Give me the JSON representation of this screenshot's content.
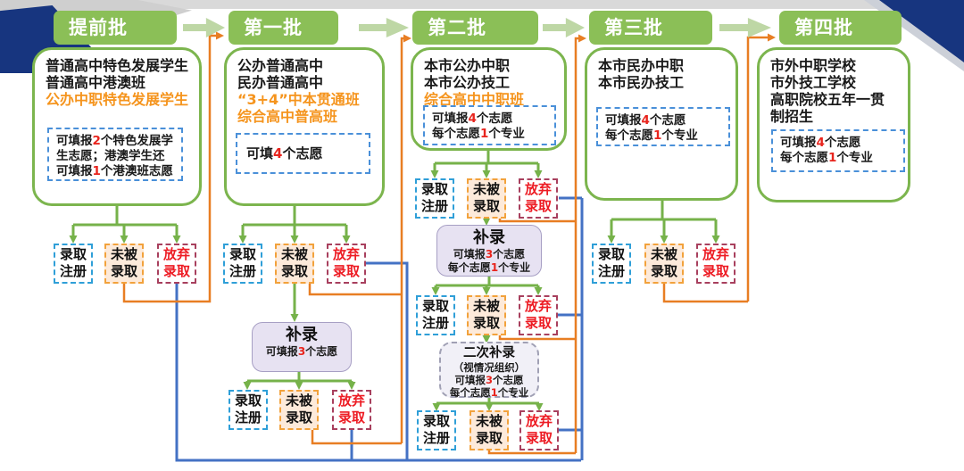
{
  "batches": [
    {
      "title": "提前批",
      "categories": [
        {
          "text": "普通高中特色发展学生",
          "color": "black"
        },
        {
          "text": "普通高中港澳班",
          "color": "black"
        },
        {
          "text": "公办中职特色发展学生",
          "color": "orange"
        }
      ],
      "note": [
        [
          {
            "t": "可填报"
          },
          {
            "t": "2",
            "red": true
          },
          {
            "t": "个特色发展学"
          }
        ],
        [
          {
            "t": "生志愿；港澳学生还"
          }
        ],
        [
          {
            "t": "可填报"
          },
          {
            "t": "1",
            "red": true
          },
          {
            "t": "个港澳班志愿"
          }
        ]
      ]
    },
    {
      "title": "第一批",
      "categories": [
        {
          "text": "公办普通高中",
          "color": "black"
        },
        {
          "text": "民办普通高中",
          "color": "black"
        },
        {
          "text": "“3+4”中本贯通班",
          "color": "orange"
        },
        {
          "text": "综合高中普高班",
          "color": "orange"
        }
      ],
      "note": [
        [
          {
            "t": "可填"
          },
          {
            "t": "4",
            "red": true
          },
          {
            "t": "个志愿"
          }
        ]
      ]
    },
    {
      "title": "第二批",
      "categories": [
        {
          "text": "本市公办中职",
          "color": "black"
        },
        {
          "text": "本市公办技工",
          "color": "black"
        },
        {
          "text": "综合高中中职班",
          "color": "orange"
        }
      ],
      "note": [
        [
          {
            "t": "可填报"
          },
          {
            "t": "4",
            "red": true
          },
          {
            "t": "个志愿"
          }
        ],
        [
          {
            "t": "每个志愿"
          },
          {
            "t": "1",
            "red": true
          },
          {
            "t": "个专业"
          }
        ]
      ]
    },
    {
      "title": "第三批",
      "categories": [
        {
          "text": "本市民办中职",
          "color": "black"
        },
        {
          "text": "本市民办技工",
          "color": "black"
        }
      ],
      "note": [
        [
          {
            "t": "可填报"
          },
          {
            "t": "4",
            "red": true
          },
          {
            "t": "个志愿"
          }
        ],
        [
          {
            "t": "每个志愿"
          },
          {
            "t": "1",
            "red": true
          },
          {
            "t": "个专业"
          }
        ]
      ]
    },
    {
      "title": "第四批",
      "categories": [
        {
          "text": "市外中职学校",
          "color": "black"
        },
        {
          "text": "市外技工学校",
          "color": "black"
        },
        {
          "text": "高职院校五年一贯",
          "color": "black"
        },
        {
          "text": "制招生",
          "color": "black"
        }
      ],
      "note": [
        [
          {
            "t": "可填报"
          },
          {
            "t": "4",
            "red": true
          },
          {
            "t": "个志愿"
          }
        ],
        [
          {
            "t": "每个志愿"
          },
          {
            "t": "1",
            "red": true
          },
          {
            "t": "个专业"
          }
        ]
      ]
    }
  ],
  "outcomes": {
    "admitted": {
      "line1": "录取",
      "line2": "注册"
    },
    "not_admitted": {
      "line1": "未被",
      "line2": "录取"
    },
    "abandoned": {
      "line1": "放弃",
      "line2": "录取"
    }
  },
  "supplements": {
    "b1": {
      "title": "补录",
      "lines": [
        [
          {
            "t": "可填报"
          },
          {
            "t": "3",
            "red": true
          },
          {
            "t": "个志愿"
          }
        ]
      ]
    },
    "b2": {
      "title": "补录",
      "lines": [
        [
          {
            "t": "可填报"
          },
          {
            "t": "3",
            "red": true
          },
          {
            "t": "个志愿"
          }
        ],
        [
          {
            "t": "每个志愿"
          },
          {
            "t": "1",
            "red": true
          },
          {
            "t": "个专业"
          }
        ]
      ]
    },
    "b2_second": {
      "title": "二次补录",
      "lines": [
        [
          {
            "t": "（视情况组织）"
          }
        ],
        [
          {
            "t": "可填报"
          },
          {
            "t": "3",
            "red": true
          },
          {
            "t": "个志愿"
          }
        ],
        [
          {
            "t": "每个志愿"
          },
          {
            "t": "1",
            "red": true
          },
          {
            "t": "个专业"
          }
        ]
      ]
    }
  },
  "colors": {
    "header_green": "#8bbf57",
    "line_green": "#76b24a",
    "category_orange": "#f5941d",
    "retry_line_orange": "#e87e23",
    "abandon_line_blue": "#4472c4",
    "accent_red": "#e8241d",
    "corner_navy": "#17357f"
  }
}
